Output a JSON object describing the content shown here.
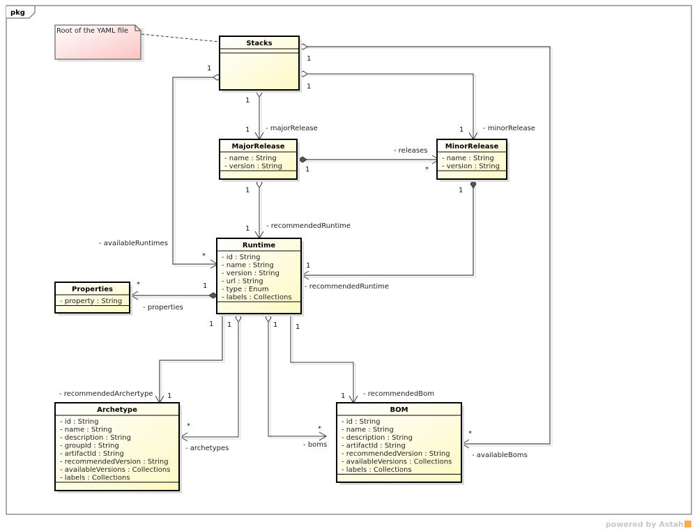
{
  "frame": {
    "tag": "pkg"
  },
  "note": {
    "text": "Root of the YAML file"
  },
  "classes": {
    "stacks": {
      "name": "Stacks",
      "attributes": []
    },
    "majorRelease": {
      "name": "MajorRelease",
      "attributes": [
        "- name : String",
        "- version : String"
      ]
    },
    "minorRelease": {
      "name": "MinorRelease",
      "attributes": [
        "- name : String",
        "- version : String"
      ]
    },
    "runtime": {
      "name": "Runtime",
      "attributes": [
        "- id : String",
        "- name : String",
        "- version : String",
        "- url : String",
        "- type : Enum",
        "- labels : Collections"
      ]
    },
    "properties": {
      "name": "Properties",
      "attributes": [
        "- property : String"
      ]
    },
    "archetype": {
      "name": "Archetype",
      "attributes": [
        "- id : String",
        "- name : String",
        "- description : String",
        "- groupId : String",
        "- artifactId : String",
        "- recommendedVersion : String",
        "- availableVersions : Collections",
        "- labels : Collections"
      ]
    },
    "bom": {
      "name": "BOM",
      "attributes": [
        "- id : String",
        "- name : String",
        "- description : String",
        "- artifactId : String",
        "- recommendedVersion : String",
        "- availableVersions : Collections",
        "- labels : Collections"
      ]
    }
  },
  "associations": [
    {
      "id": "stacks-major",
      "from": "Stacks",
      "to": "MajorRelease",
      "kind": "aggregation",
      "role": "- majorRelease",
      "source_mult": "1",
      "target_mult": "1"
    },
    {
      "id": "stacks-minor",
      "from": "Stacks",
      "to": "MinorRelease",
      "kind": "aggregation",
      "role": "- minorRelease",
      "source_mult": "1",
      "target_mult": "1"
    },
    {
      "id": "stacks-runtimes",
      "from": "Stacks",
      "to": "Runtime",
      "kind": "aggregation",
      "role": "- availableRuntimes",
      "source_mult": "1",
      "target_mult": "*"
    },
    {
      "id": "stacks-boms",
      "from": "Stacks",
      "to": "BOM",
      "kind": "aggregation",
      "role": "- availableBoms",
      "source_mult": "1",
      "target_mult": "*"
    },
    {
      "id": "major-minor",
      "from": "MajorRelease",
      "to": "MinorRelease",
      "kind": "composition",
      "role": "- releases",
      "source_mult": "1",
      "target_mult": "*"
    },
    {
      "id": "major-runtime",
      "from": "MajorRelease",
      "to": "Runtime",
      "kind": "aggregation",
      "role": "- recommendedRuntime",
      "source_mult": "1",
      "target_mult": "1"
    },
    {
      "id": "minor-runtime",
      "from": "MinorRelease",
      "to": "Runtime",
      "kind": "composition",
      "role": "- recommendedRuntime",
      "source_mult": "1",
      "target_mult": "1"
    },
    {
      "id": "runtime-properties",
      "from": "Runtime",
      "to": "Properties",
      "kind": "composition",
      "role": "- properties",
      "source_mult": "1",
      "target_mult": "*"
    },
    {
      "id": "runtime-rec-archetype",
      "from": "Runtime",
      "to": "Archetype",
      "kind": "association",
      "role": "- recommendedArchertype",
      "source_mult": "1",
      "target_mult": "1"
    },
    {
      "id": "runtime-archetypes",
      "from": "Runtime",
      "to": "Archetype",
      "kind": "aggregation",
      "role": "- archetypes",
      "source_mult": "1",
      "target_mult": "*"
    },
    {
      "id": "runtime-boms",
      "from": "Runtime",
      "to": "BOM",
      "kind": "aggregation",
      "role": "- boms",
      "source_mult": "1",
      "target_mult": "*"
    },
    {
      "id": "runtime-rec-bom",
      "from": "Runtime",
      "to": "BOM",
      "kind": "association",
      "role": "- recommendedBom",
      "source_mult": "1",
      "target_mult": "1"
    }
  ],
  "footer": {
    "text": "powered by Astah"
  },
  "colors": {
    "class_fill": "#fefbd4",
    "note_fill": "#fcd3d3",
    "line": "#333333"
  }
}
